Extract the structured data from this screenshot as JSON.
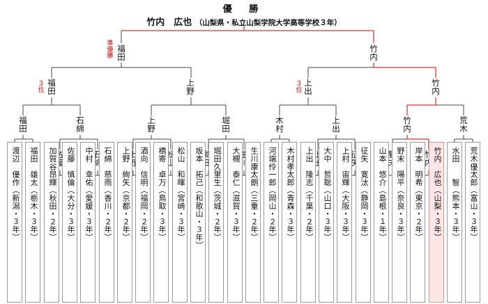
{
  "colors": {
    "line": "#444444",
    "winner_path": "#cc0000",
    "accent": "#cc0000",
    "winner_box": "#ffe6e6"
  },
  "champion": {
    "heading": "優 勝",
    "name": "竹内　広也",
    "detail": "（山梨県・私立山梨学院大学高等学校３年）"
  },
  "placement_labels": {
    "runner_up": "準優勝",
    "third_left": "３位",
    "third_right": "３位"
  },
  "rounds": {
    "final": [
      "福田",
      "竹内"
    ],
    "semifinal": [
      "福田",
      "上野",
      "上出",
      "竹内"
    ],
    "quarterfinal": [
      "福田",
      "石綿",
      "上野",
      "堀田",
      "木村",
      "上出",
      "竹内",
      "荒木"
    ],
    "round_of_16": [
      "佐藤",
      "石綿",
      "上野",
      "松山",
      "堀田",
      "生川",
      "上出",
      "征矢",
      "野末",
      "竹内"
    ]
  },
  "players": [
    {
      "entry": "渡辺　優作（新潟・３年）"
    },
    {
      "entry": "福田　雄太（栃木・３年）"
    },
    {
      "entry": "加賀谷昂輝（秋田・２年）"
    },
    {
      "entry": "佐藤　慎倫（大分・３年）"
    },
    {
      "entry": "中村　幸佑（愛媛・３年）"
    },
    {
      "entry": "石綿　慈雨（香川・２年）"
    },
    {
      "entry": "上野　絢矢（京都・２年）"
    },
    {
      "entry": "酒向　信明（福岡・２年）"
    },
    {
      "entry": "橋寄　卓万（鳥取・３年）"
    },
    {
      "entry": "松山　和暉（宮崎・３年）"
    },
    {
      "entry": "坂本　拓己（和歌山・３年）"
    },
    {
      "entry": "堀田久里生（茨城・２年）"
    },
    {
      "entry": "大槻　泰仁（滋賀・３年）"
    },
    {
      "entry": "生川康太朗（三重・２年）"
    },
    {
      "entry": "河端伶一郎（岡山・２年）"
    },
    {
      "entry": "木村孝太郎（青森・３年）"
    },
    {
      "entry": "上出　隆志（千葉・２年）"
    },
    {
      "entry": "大中　哲聡（山口・３年）"
    },
    {
      "entry": "上村　宙輝（大阪・３年）"
    },
    {
      "entry": "征矢　寛汰（静岡・３年）"
    },
    {
      "entry": "山本　悠介（島根・１年）"
    },
    {
      "entry": "野末　陽平（奈良・３年）"
    },
    {
      "entry": "岸本　明希（東京・２年）"
    },
    {
      "entry": "竹内　広也（山梨・３年）"
    },
    {
      "entry": "水田　　智（熊本・３年）"
    },
    {
      "entry": "荒木優太郎（富山・３年）"
    }
  ]
}
